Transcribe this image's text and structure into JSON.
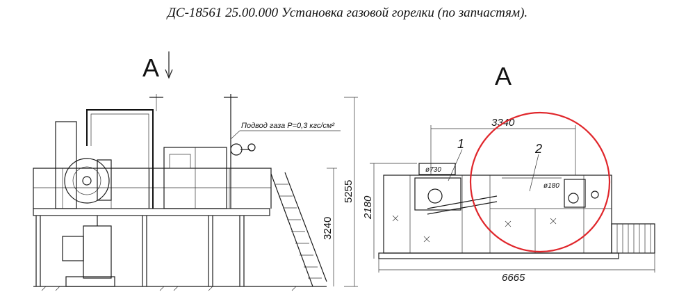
{
  "title": "ДС-18561 25.00.000  Установка газовой горелки  (по запчастям).",
  "left_view": {
    "view_label": "А",
    "gas_note": "Подвод газа Р=0,3 кгс/см²",
    "dim_height_total": "5255",
    "dim_height_platform": "3240"
  },
  "right_view": {
    "view_label": "А",
    "dim_top": "3340",
    "dim_bottom": "6665",
    "dim_height": "2180",
    "callout_1": "1",
    "callout_2": "2",
    "dia_1": "ø730",
    "dia_2": "ø180"
  },
  "colors": {
    "highlight_circle": "#e0262b",
    "line": "#1a1a1a"
  }
}
